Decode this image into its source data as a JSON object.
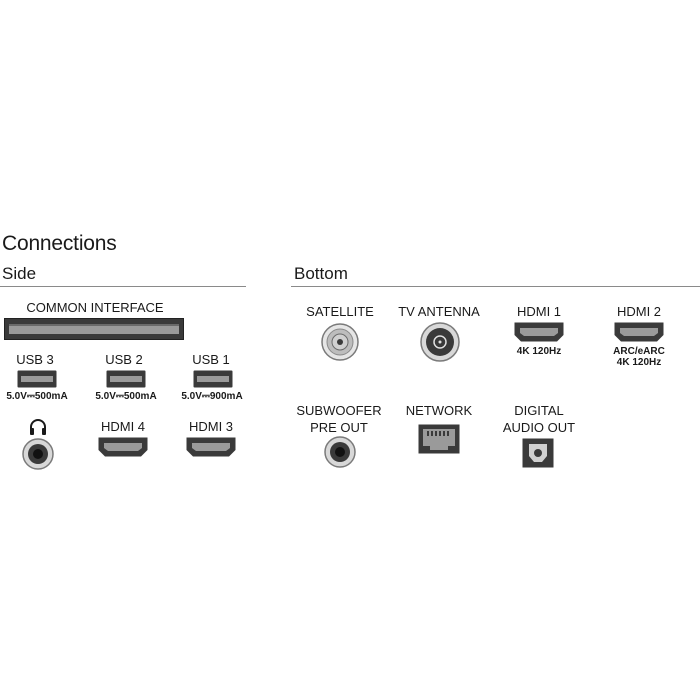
{
  "title": "Connections",
  "side": {
    "heading": "Side",
    "common_interface": "COMMON INTERFACE",
    "usb": [
      {
        "label": "USB 3",
        "spec": "5.0V⎓500mA"
      },
      {
        "label": "USB 2",
        "spec": "5.0V⎓500mA"
      },
      {
        "label": "USB 1",
        "spec": "5.0V⎓900mA"
      }
    ],
    "headphone_icon": "headphone-icon",
    "hdmi": [
      {
        "label": "HDMI 4"
      },
      {
        "label": "HDMI 3"
      }
    ]
  },
  "bottom": {
    "heading": "Bottom",
    "satellite": "SATELLITE",
    "tv_antenna": "TV ANTENNA",
    "hdmi1": {
      "label": "HDMI 1",
      "spec": "4K 120Hz"
    },
    "hdmi2": {
      "label": "HDMI 2",
      "spec1": "ARC/eARC",
      "spec2": "4K 120Hz"
    },
    "subwoofer": {
      "line1": "SUBWOOFER",
      "line2": "PRE OUT"
    },
    "network": "NETWORK",
    "digital_audio": {
      "line1": "DIGITAL",
      "line2": "AUDIO OUT"
    }
  },
  "colors": {
    "port_dark": "#3a3a3a",
    "port_grey": "#9a9a9a",
    "rule": "#8a8a8a"
  }
}
